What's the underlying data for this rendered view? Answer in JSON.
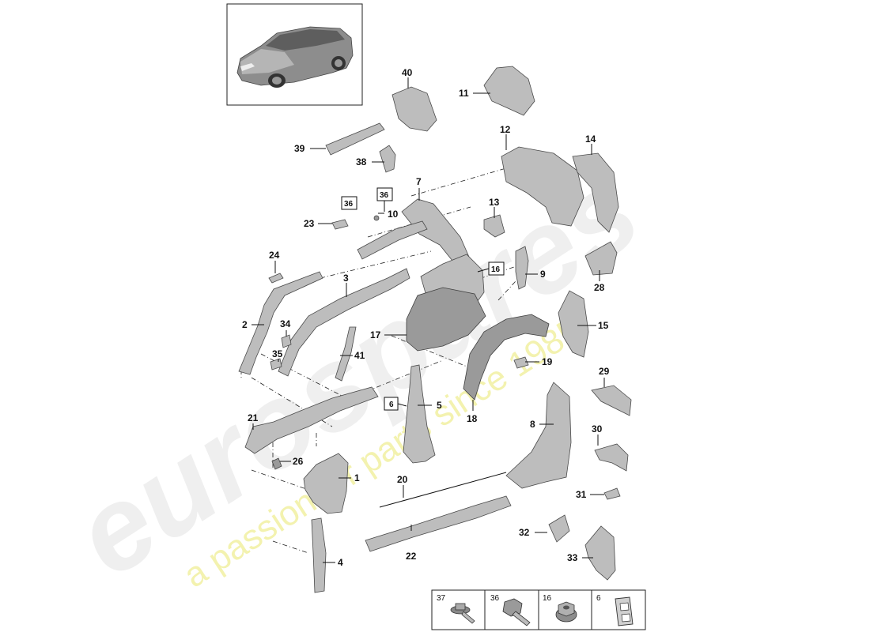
{
  "watermark": {
    "brand": "eurospares",
    "tagline": "a passion for parts since 1985"
  },
  "callouts": [
    {
      "id": "c40",
      "label": "40"
    },
    {
      "id": "c11",
      "label": "11"
    },
    {
      "id": "c39",
      "label": "39"
    },
    {
      "id": "c38",
      "label": "38"
    },
    {
      "id": "c12",
      "label": "12"
    },
    {
      "id": "c14",
      "label": "14"
    },
    {
      "id": "c7",
      "label": "7"
    },
    {
      "id": "c10",
      "label": "10"
    },
    {
      "id": "c23",
      "label": "23"
    },
    {
      "id": "c13",
      "label": "13"
    },
    {
      "id": "c24",
      "label": "24"
    },
    {
      "id": "c3",
      "label": "3"
    },
    {
      "id": "c9",
      "label": "9"
    },
    {
      "id": "c28",
      "label": "28"
    },
    {
      "id": "c2",
      "label": "2"
    },
    {
      "id": "c34",
      "label": "34"
    },
    {
      "id": "c17",
      "label": "17"
    },
    {
      "id": "c15",
      "label": "15"
    },
    {
      "id": "c35",
      "label": "35"
    },
    {
      "id": "c41",
      "label": "41"
    },
    {
      "id": "c19",
      "label": "19"
    },
    {
      "id": "c29",
      "label": "29"
    },
    {
      "id": "c5",
      "label": "5"
    },
    {
      "id": "c18",
      "label": "18"
    },
    {
      "id": "c21",
      "label": "21"
    },
    {
      "id": "c8",
      "label": "8"
    },
    {
      "id": "c30",
      "label": "30"
    },
    {
      "id": "c26",
      "label": "26"
    },
    {
      "id": "c1",
      "label": "1"
    },
    {
      "id": "c20",
      "label": "20"
    },
    {
      "id": "c31",
      "label": "31"
    },
    {
      "id": "c32",
      "label": "32"
    },
    {
      "id": "c22",
      "label": "22"
    },
    {
      "id": "c4",
      "label": "4"
    },
    {
      "id": "c33",
      "label": "33"
    }
  ],
  "boxed_callouts": [
    {
      "id": "b36a",
      "label": "36"
    },
    {
      "id": "b36b",
      "label": "36"
    },
    {
      "id": "b16",
      "label": "16"
    },
    {
      "id": "b6",
      "label": "6"
    }
  ],
  "legend": [
    {
      "label": "37",
      "icon": "screw-flange-icon"
    },
    {
      "label": "36",
      "icon": "hex-bolt-icon"
    },
    {
      "label": "16",
      "icon": "nut-icon"
    },
    {
      "label": "6",
      "icon": "clip-icon"
    }
  ],
  "colors": {
    "line": "#111111",
    "part_fill": "#bdbdbd",
    "watermark": "#e9e9e9",
    "watermark_tagline": "#f1f0a8"
  }
}
